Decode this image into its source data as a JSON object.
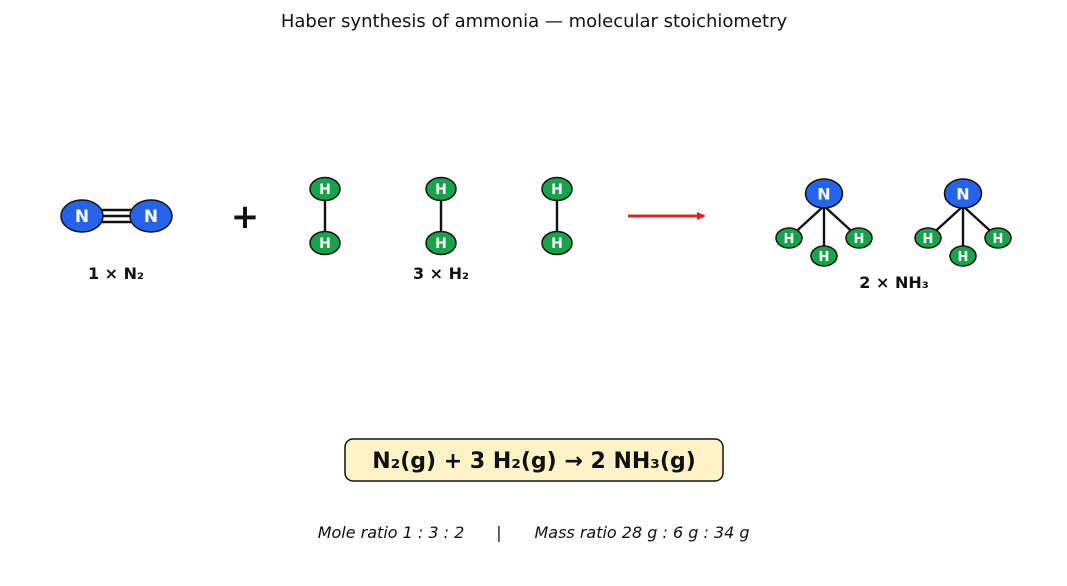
{
  "title": "Haber synthesis of ammonia — molecular stoichiometry",
  "colors": {
    "nitrogen": "#2563EB",
    "hydrogen": "#16A34A",
    "arrow": "#DC2626",
    "equation_box": "#FEF3C7",
    "outline": "#111111"
  },
  "atoms": {
    "nitrogen_symbol": "N",
    "hydrogen_symbol": "H"
  },
  "reactants": {
    "n2": {
      "label": "1 × N₂",
      "count": 1
    },
    "plus": "+",
    "h2": {
      "label": "3 × H₂",
      "count": 3
    }
  },
  "products": {
    "nh3": {
      "label": "2 × NH₃",
      "count": 2
    }
  },
  "equation": "N₂(g) + 3 H₂(g)  →  2 NH₃(g)",
  "ratios": {
    "mole": "Mole ratio  1 : 3 : 2",
    "separator": "|",
    "mass": "Mass ratio  28 g : 6 g : 34 g"
  }
}
